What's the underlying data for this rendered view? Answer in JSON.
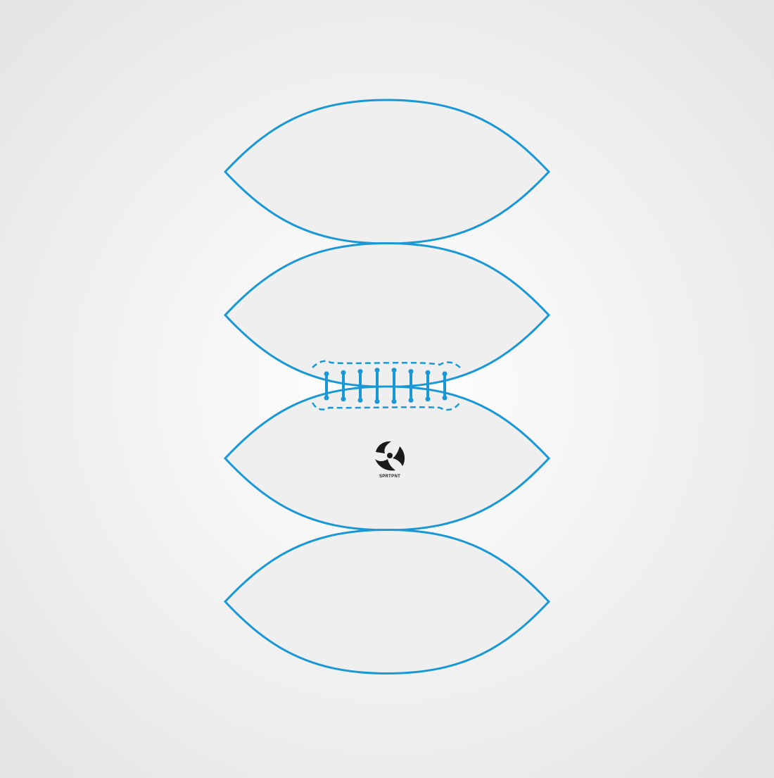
{
  "template": {
    "panel_count": 4,
    "lace_count": 8,
    "colors": {
      "outline": "#1a98d5",
      "panel_fill": "#efefef",
      "logo": "#1a1a1a"
    }
  },
  "logo": {
    "icon": "sprtpnt-swirl-logo-icon",
    "text": "SPRTPNT"
  }
}
